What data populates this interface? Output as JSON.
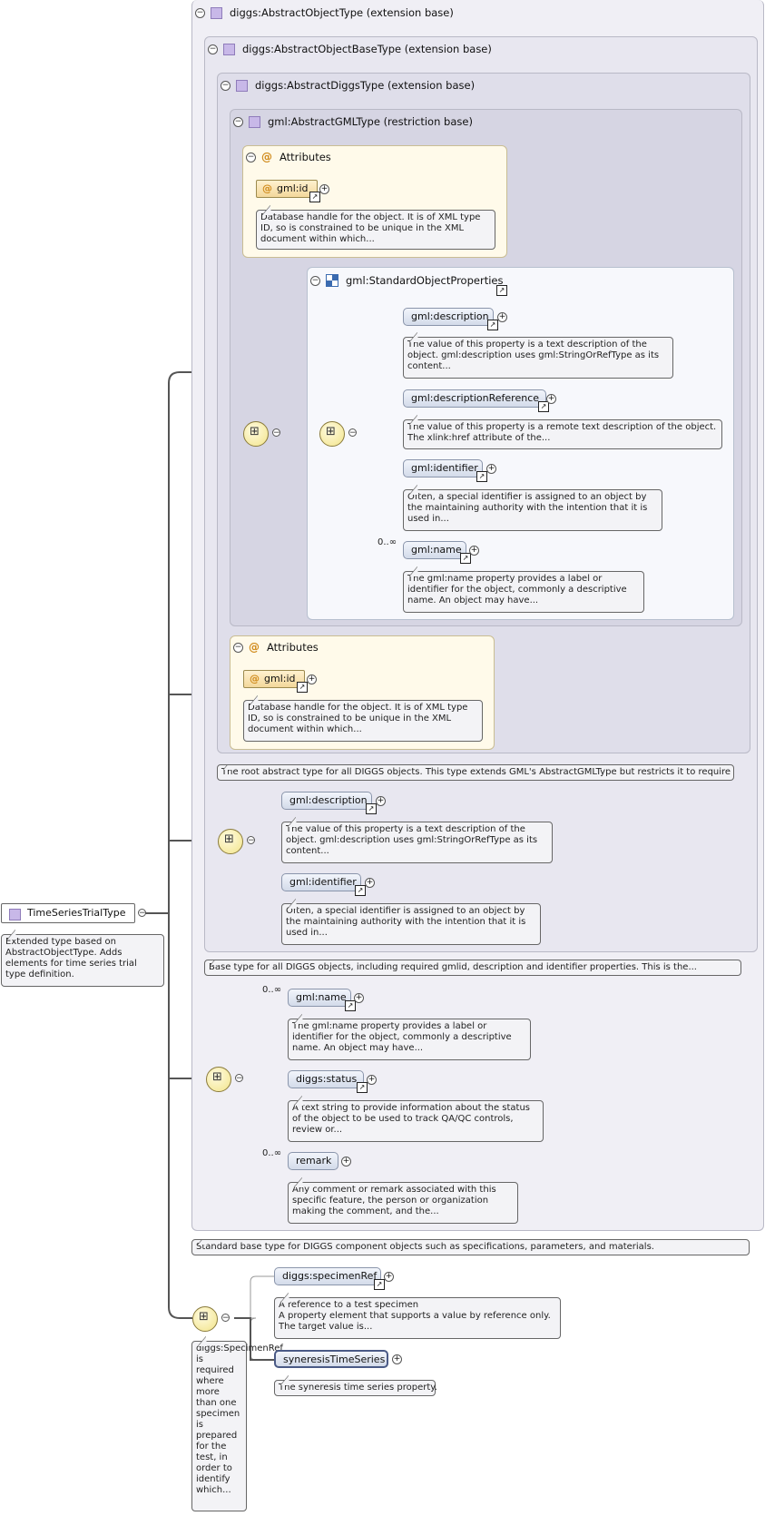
{
  "root_type": {
    "name": "TimeSeriesTrialType",
    "doc": "Extended type based on AbstractObjectType. Adds elements for time series trial type definition."
  },
  "ext_object": {
    "header": "diggs:AbstractObjectType (extension base)",
    "footer_doc": "Standard base type for DIGGS component objects such as specifications, parameters, and materials."
  },
  "ext_object_base": {
    "header": "diggs:AbstractObjectBaseType (extension base)",
    "footer_doc": "Base type for all DIGGS objects, including required gmlid, description and identifier properties. This is the..."
  },
  "ext_diggs": {
    "header": "diggs:AbstractDiggsType (extension base)",
    "footer_doc": "The root abstract type for all DIGGS objects. This type extends GML's AbstractGMLType but restricts it to require a..."
  },
  "gml_type": {
    "header": "gml:AbstractGMLType (restriction base)"
  },
  "attributes_label": "Attributes",
  "gml_id": {
    "name": "gml:id",
    "doc": "Database handle for the object. It is of XML type ID, so is constrained to be unique in the XML document within which..."
  },
  "std_props": {
    "header": "gml:StandardObjectProperties",
    "items": [
      {
        "name": "gml:description",
        "doc": "The value of this property is a text description of the object. gml:description uses gml:StringOrRefType as its content..."
      },
      {
        "name": "gml:descriptionReference",
        "doc": "The value of this property is a remote text description of the object. The xlink:href attribute of the..."
      },
      {
        "name": "gml:identifier",
        "doc": "Often, a special identifier is assigned to an object by the maintaining authority with the intention that it is used in..."
      },
      {
        "name": "gml:name",
        "occurs": "0..∞",
        "doc": "The gml:name property provides a label or identifier for the object, commonly a descriptive name. An object may have..."
      }
    ]
  },
  "base_seq": {
    "items": [
      {
        "name": "gml:description",
        "doc": "The value of this property is a text description of the object. gml:description uses gml:StringOrRefType as its content..."
      },
      {
        "name": "gml:identifier",
        "doc": "Often, a special identifier is assigned to an object by the maintaining authority with the intention that it is used in..."
      }
    ]
  },
  "object_seq": {
    "items": [
      {
        "name": "gml:name",
        "occurs": "0..∞",
        "doc": "The gml:name property provides a label or identifier for the object, commonly a descriptive name. An object may have..."
      },
      {
        "name": "diggs:status",
        "doc": "A text string to provide information about the status of the object to be used to track QA/QC controls, review or..."
      },
      {
        "name": "remark",
        "occurs": "0..∞",
        "doc": "Any comment or remark associated with this specific feature, the person or organization making the comment, and the..."
      }
    ]
  },
  "trial_seq": {
    "doc": "diggs:SpecimenRef is required where more than one specimen is prepared for the test, in order to identify which...",
    "items": [
      {
        "name": "diggs:specimenRef",
        "doc": "A reference to a test specimen\nA property element that supports a value by reference only. The target value is..."
      },
      {
        "name": "syneresisTimeSeries",
        "doc": "The syneresis time series property."
      }
    ]
  }
}
